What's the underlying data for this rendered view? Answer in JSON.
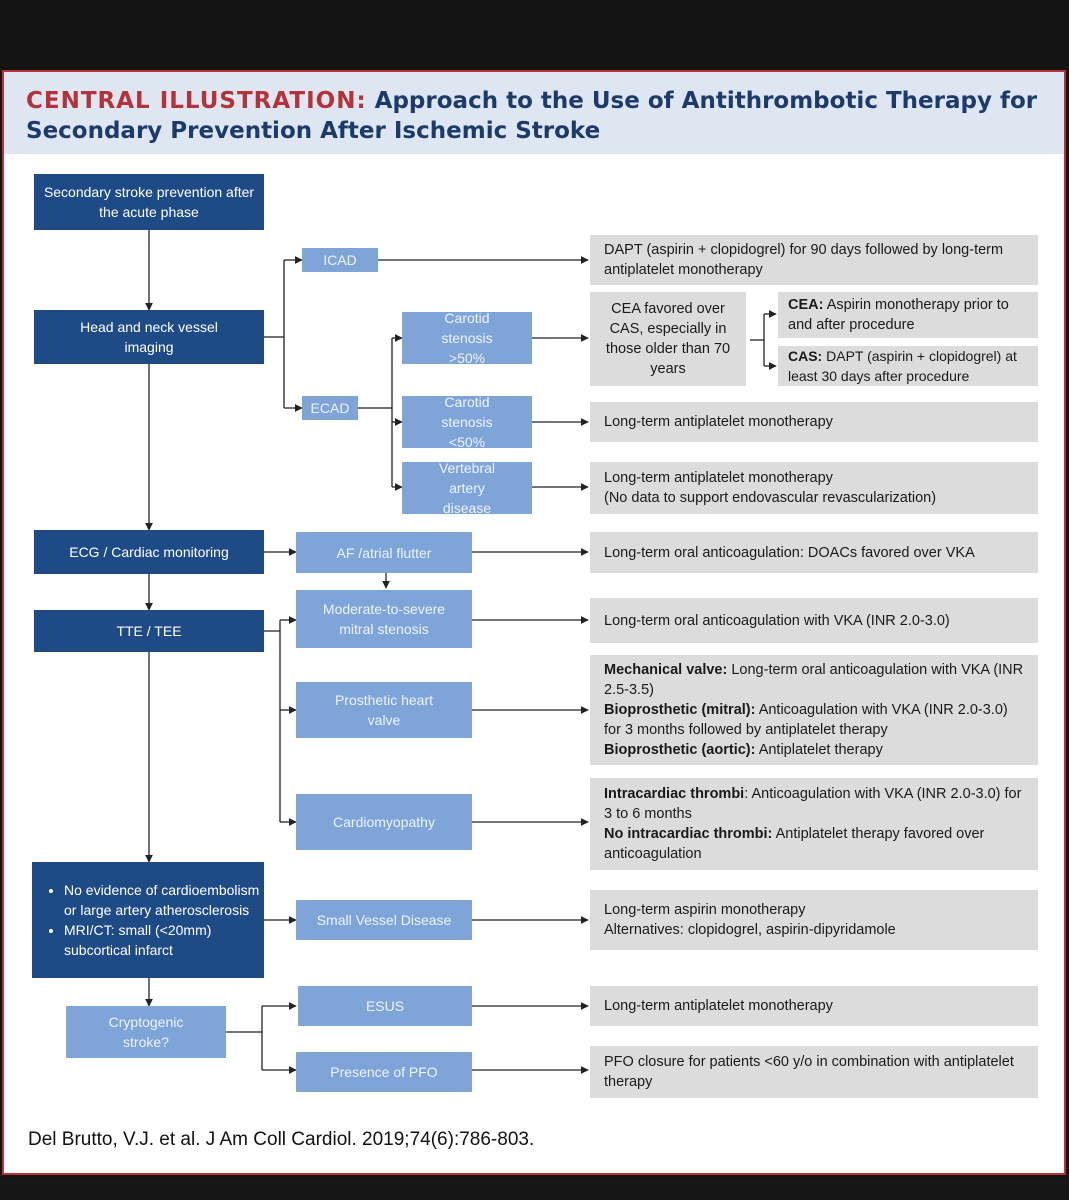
{
  "title": {
    "prefix": "CENTRAL ILLUSTRATION:",
    "text": "Approach to the Use of Antithrombotic Therapy for Secondary Prevention After Ischemic Stroke"
  },
  "nodes": {
    "start": "Secondary stroke prevention after the acute phase",
    "imaging": "Head and neck vessel imaging",
    "ecg": "ECG / Cardiac monitoring",
    "tte": "TTE / TEE",
    "no_evidence": [
      "No evidence of cardioembolism or large artery atherosclerosis",
      "MRI/CT: small (<20mm) subcortical infarct"
    ],
    "icad": "ICAD",
    "ecad": "ECAD",
    "carotid_gt50": "Carotid stenosis >50%",
    "carotid_lt50": "Carotid stenosis <50%",
    "vertebral": "Vertebral artery disease",
    "af": "AF /atrial flutter",
    "mitral": "Moderate-to-severe mitral stenosis",
    "prosthetic": "Prosthetic heart valve",
    "cardiomyopathy": "Cardiomyopathy",
    "svd": "Small Vessel Disease",
    "cryptogenic": "Cryptogenic stroke?",
    "esus": "ESUS",
    "pfo": "Presence of PFO"
  },
  "outcomes": {
    "icad": "DAPT (aspirin + clopidogrel) for 90 days followed by long-term antiplatelet monotherapy",
    "cea_favored": "CEA favored over CAS, especially in those older than 70 years",
    "cea_label": "CEA:",
    "cea_text": "Aspirin monotherapy prior to and after procedure",
    "cas_label": "CAS:",
    "cas_text": "DAPT (aspirin + clopidogrel) at least 30 days after procedure",
    "carotid_lt50": "Long-term antiplatelet monotherapy",
    "vertebral_1": "Long-term antiplatelet monotherapy",
    "vertebral_2": "(No data to support endovascular revascularization)",
    "af": "Long-term oral anticoagulation: DOACs favored over VKA",
    "mitral": "Long-term oral anticoagulation with VKA (INR 2.0-3.0)",
    "mech_label": "Mechanical valve:",
    "mech_text": "Long-term oral anticoagulation with VKA (INR 2.5-3.5)",
    "biomitral_label": "Bioprosthetic (mitral):",
    "biomitral_text": "Anticoagulation with VKA (INR 2.0-3.0) for 3 months followed by antiplatelet therapy",
    "bioaortic_label": "Bioprosthetic (aortic):",
    "bioaortic_text": "Antiplatelet therapy",
    "thrombi_label": "Intracardiac thrombi",
    "thrombi_text": ": Anticoagulation with VKA (INR 2.0-3.0) for 3 to 6 months",
    "nothrombi_label": "No intracardiac thrombi:",
    "nothrombi_text": "Antiplatelet therapy favored over anticoagulation",
    "svd_1": "Long-term aspirin monotherapy",
    "svd_2": "Alternatives: clopidogrel, aspirin-dipyridamole",
    "esus": "Long-term antiplatelet monotherapy",
    "pfo": "PFO closure for patients <60 y/o in combination with antiplatelet therapy"
  },
  "citation": "Del Brutto, V.J. et al. J Am Coll Cardiol. 2019;74(6):786-803.",
  "colors": {
    "dark_box": "#1e4a85",
    "light_box": "#7fa4d8",
    "outcome_box": "#dcdcdc",
    "title_accent": "#b3333a",
    "title_main": "#1c3b6a",
    "border": "#b9323a"
  }
}
